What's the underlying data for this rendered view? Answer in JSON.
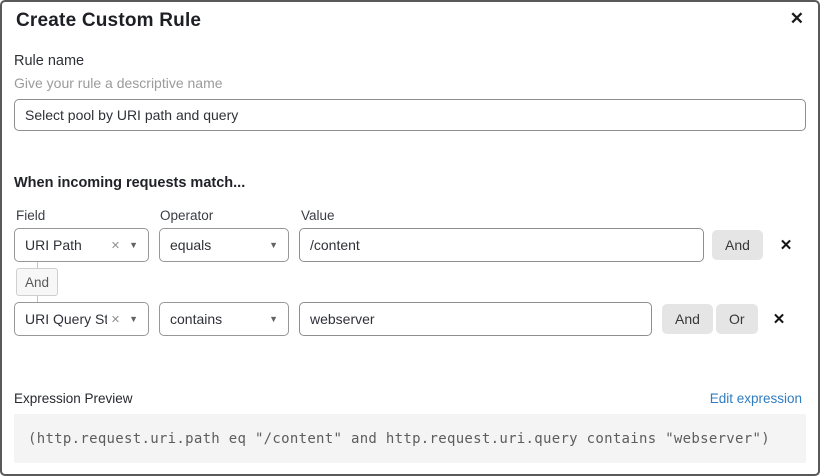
{
  "dialog": {
    "title": "Create Custom Rule"
  },
  "icons": {
    "close": "✕",
    "clear": "✕",
    "caret": "▼",
    "remove": "✕"
  },
  "rule_name": {
    "label": "Rule name",
    "helper": "Give your rule a descriptive name",
    "value": "Select pool by URI path and query"
  },
  "match": {
    "heading": "When incoming requests match...",
    "columns": {
      "field": "Field",
      "operator": "Operator",
      "value": "Value"
    },
    "connector_label": "And",
    "rows": [
      {
        "field": "URI Path",
        "operator": "equals",
        "value": "/content",
        "and_label": "And"
      },
      {
        "field": "URI Query St...",
        "operator": "contains",
        "value": "webserver",
        "and_label": "And",
        "or_label": "Or"
      }
    ]
  },
  "expression": {
    "label": "Expression Preview",
    "edit_link": "Edit expression",
    "code": "(http.request.uri.path eq \"/content\" and http.request.uri.query contains \"webserver\")"
  },
  "colors": {
    "link": "#2f7cc0",
    "logic_button_bg": "#e5e5e5",
    "code_background": "#f4f4f5"
  }
}
